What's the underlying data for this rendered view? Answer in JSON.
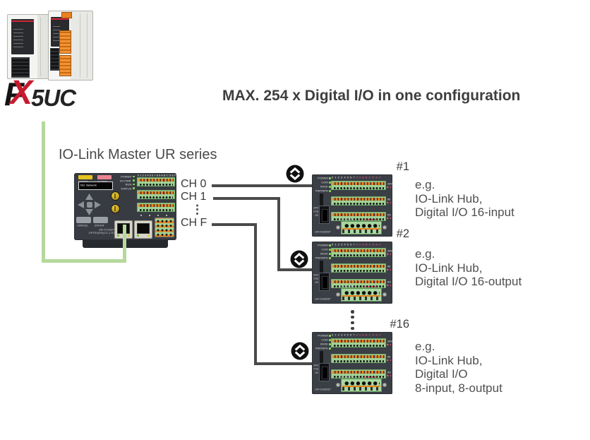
{
  "title": "MAX. 254 x Digital I/O in one configuration",
  "plc": {
    "logo_f": "F",
    "logo_x": "X",
    "logo_suffix": "5UC"
  },
  "master": {
    "label": "IO-Link Master UR series",
    "display": "NO. Network",
    "buttons": {
      "event": "EVENT",
      "alarm": "ALARM",
      "cancel": "CANCEL",
      "enter": "ENTER"
    },
    "leds": [
      "POWER",
      "I/O PWR",
      "RUN",
      "STATUS"
    ],
    "terminal_numbers": "0 1 2 3 4 5 6 7 8 9 A B C D E F",
    "model": "UR-XY16DT",
    "maker": "OPTEX(FA)CO.,LTD"
  },
  "channels": [
    {
      "label": "CH 0"
    },
    {
      "label": "CH 1"
    },
    {
      "label": "⋮"
    },
    {
      "label": "CH F"
    }
  ],
  "hubs": [
    {
      "number": "#1",
      "desc": [
        "e.g.",
        "IO-Link Hub,",
        "Digital I/O 16-input"
      ]
    },
    {
      "number": "#2",
      "desc": [
        "e.g.",
        "IO-Link Hub,",
        "Digital I/O 16-output"
      ]
    },
    {
      "number": "#16",
      "desc": [
        "e.g.",
        "IO-Link Hub,",
        "Digital I/O",
        "8-input, 8-output"
      ]
    }
  ],
  "hub_labels": {
    "leds": [
      "POWER",
      "COM",
      "IN/OK",
      "PNP/NPN"
    ],
    "numbers_white": "0 1 2 3 4 5 6 7",
    "numbers_red": "8 9 A B C D E F",
    "right": [
      "24V",
      "IN",
      "0V"
    ],
    "connector": [
      "24V",
      "C/Q",
      "0V"
    ],
    "bottom": "0V C/Q 24V",
    "model": "UR-DG8D8T"
  },
  "colors": {
    "line_dark": "#4a4a4a",
    "cable_green": "#b5d99c",
    "device_dark": "#3a3e45",
    "terminal_green": "#9fd296",
    "accent_orange": "#e8821e",
    "logo_red": "#c81a2e",
    "led_green": "#7ee24d"
  }
}
